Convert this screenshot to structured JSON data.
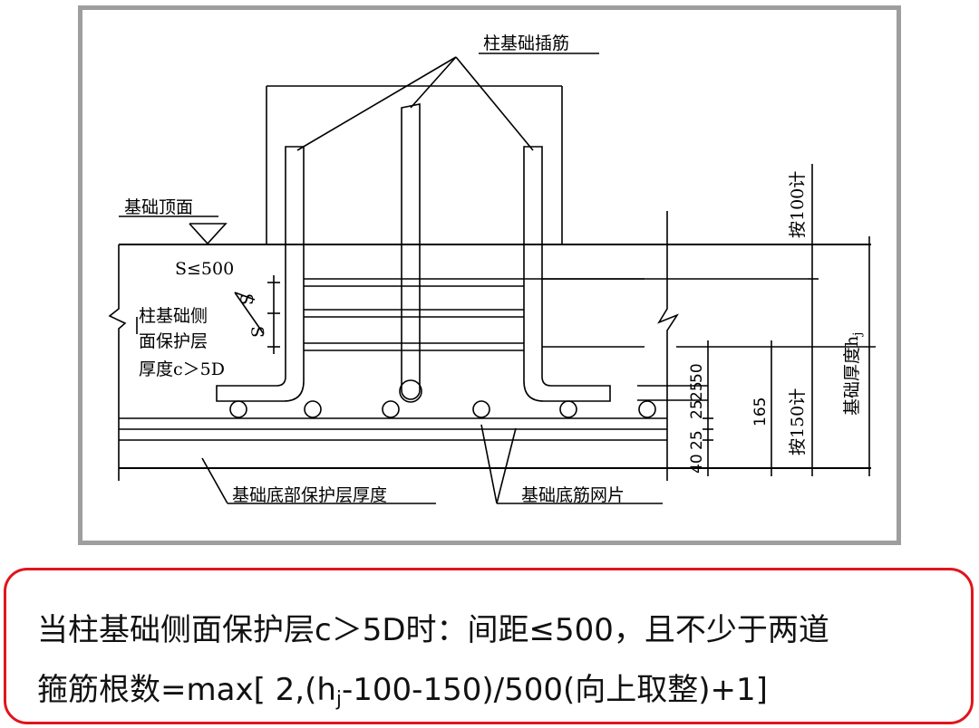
{
  "diagram": {
    "labels": {
      "column_dowel": "柱基础插筋",
      "foundation_top": "基础顶面",
      "spacing_limit": "S≤500",
      "s_mark_1": "S",
      "s_mark_2": "S",
      "side_cover_1": "柱基础侧",
      "side_cover_2": "面保护层",
      "side_cover_3": "厚度c＞5D",
      "bottom_cover": "基础底部保护层厚度",
      "bottom_mesh": "基础底筋网片",
      "by_100": "按100计",
      "by_150": "按150计",
      "thickness": "基础厚度h",
      "thickness_sub": "j",
      "dim_50": "50",
      "dim_25a": "25",
      "dim_25b": "25",
      "dim_25c": "25",
      "dim_40": "40",
      "dim_165": "165"
    },
    "colors": {
      "frame_border": "#9e9e9e",
      "ink": "#000000"
    }
  },
  "note": {
    "line1": "当柱基础侧面保护层c＞5D时：间距≤500，且不少于两道",
    "line2_prefix": "箍筋根数=max[ 2,(h",
    "line2_sub": "j",
    "line2_suffix": "-100-150)/500(向上取整)+1]",
    "border_color": "#e0161c"
  }
}
